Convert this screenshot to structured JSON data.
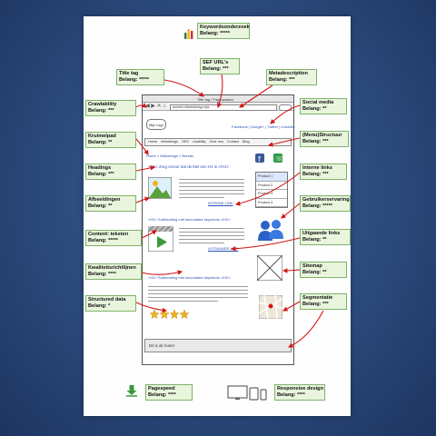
{
  "labels": {
    "keyword": {
      "title": "Keywordsonderzoek",
      "belang": "Belang: *****"
    },
    "sef": {
      "title": "SEF URL's",
      "belang": "Belang: ***"
    },
    "titletag": {
      "title": "Title tag",
      "belang": "Belang: *****"
    },
    "metadesc": {
      "title": "Metadescription",
      "belang": "Belang: ***"
    },
    "crawl": {
      "title": "Crawlability",
      "belang": "Belang: ***"
    },
    "social": {
      "title": "Social media",
      "belang": "Belang: **"
    },
    "kruimel": {
      "title": "Kruimelpad",
      "belang": "Belang: **"
    },
    "menu": {
      "title": "(Menu)Structuur",
      "belang": "Belang: ***"
    },
    "headings": {
      "title": "Headings",
      "belang": "Belang: ***"
    },
    "interne": {
      "title": "Interne links",
      "belang": "Belang: ***"
    },
    "afbeeldingen": {
      "title": "Afbeeldingen",
      "belang": "Belang: **"
    },
    "gebruiker": {
      "title": "Gebruikerservaring",
      "belang": "Belang: *****"
    },
    "content": {
      "title": "Content: teksten",
      "belang": "Belang: *****"
    },
    "uitgaande": {
      "title": "Uitgaande links",
      "belang": "Belang: **"
    },
    "kwaliteit": {
      "title": "Kwaliteitsrichtlijnen",
      "belang": "Belang: ****"
    },
    "sitemap": {
      "title": "Sitemap",
      "belang": "Belang: **"
    },
    "structured": {
      "title": "Structured data",
      "belang": "Belang: *"
    },
    "segment": {
      "title": "Segmentatie",
      "belang": "Belang: ***"
    },
    "pagespeed": {
      "title": "Pagespeed",
      "belang": "Belang: ****"
    },
    "responsive": {
      "title": "Responsive design",
      "belang": "Belang: ****"
    }
  },
  "mockup": {
    "window_title": "Title tag / Paginanaam",
    "url": "domein.nl/webdesign-tips",
    "logo": "Mijn logo",
    "social_links": "Facebook | Google+ | Twitter | LinkedIn",
    "nav": [
      "Home",
      "Webdesign",
      "SEO",
      "Usability",
      "Over ons",
      "Contact",
      "Blog"
    ],
    "breadcrumb": "Home » Webdesign » Bureau",
    "h1": "<H1> Zorg ervoor dat de titel een H1 is </H1>",
    "h2a": "<H2> Subheading met secundaire keywords </H2>",
    "h2b": "<H2> Subheading met secundaire keywords </H2>",
    "internal_link": "INTERNE LINK",
    "external_link": "UITGAANDE LINK",
    "products": [
      "Product 1",
      "Product 2",
      "Product 3",
      "Product 4"
    ],
    "footer": "Dit is de footer"
  },
  "colors": {
    "accent": "#d41515",
    "box_fill": "#e9f5dc",
    "box_border": "#7fb26a",
    "star": "#f2b01e"
  }
}
